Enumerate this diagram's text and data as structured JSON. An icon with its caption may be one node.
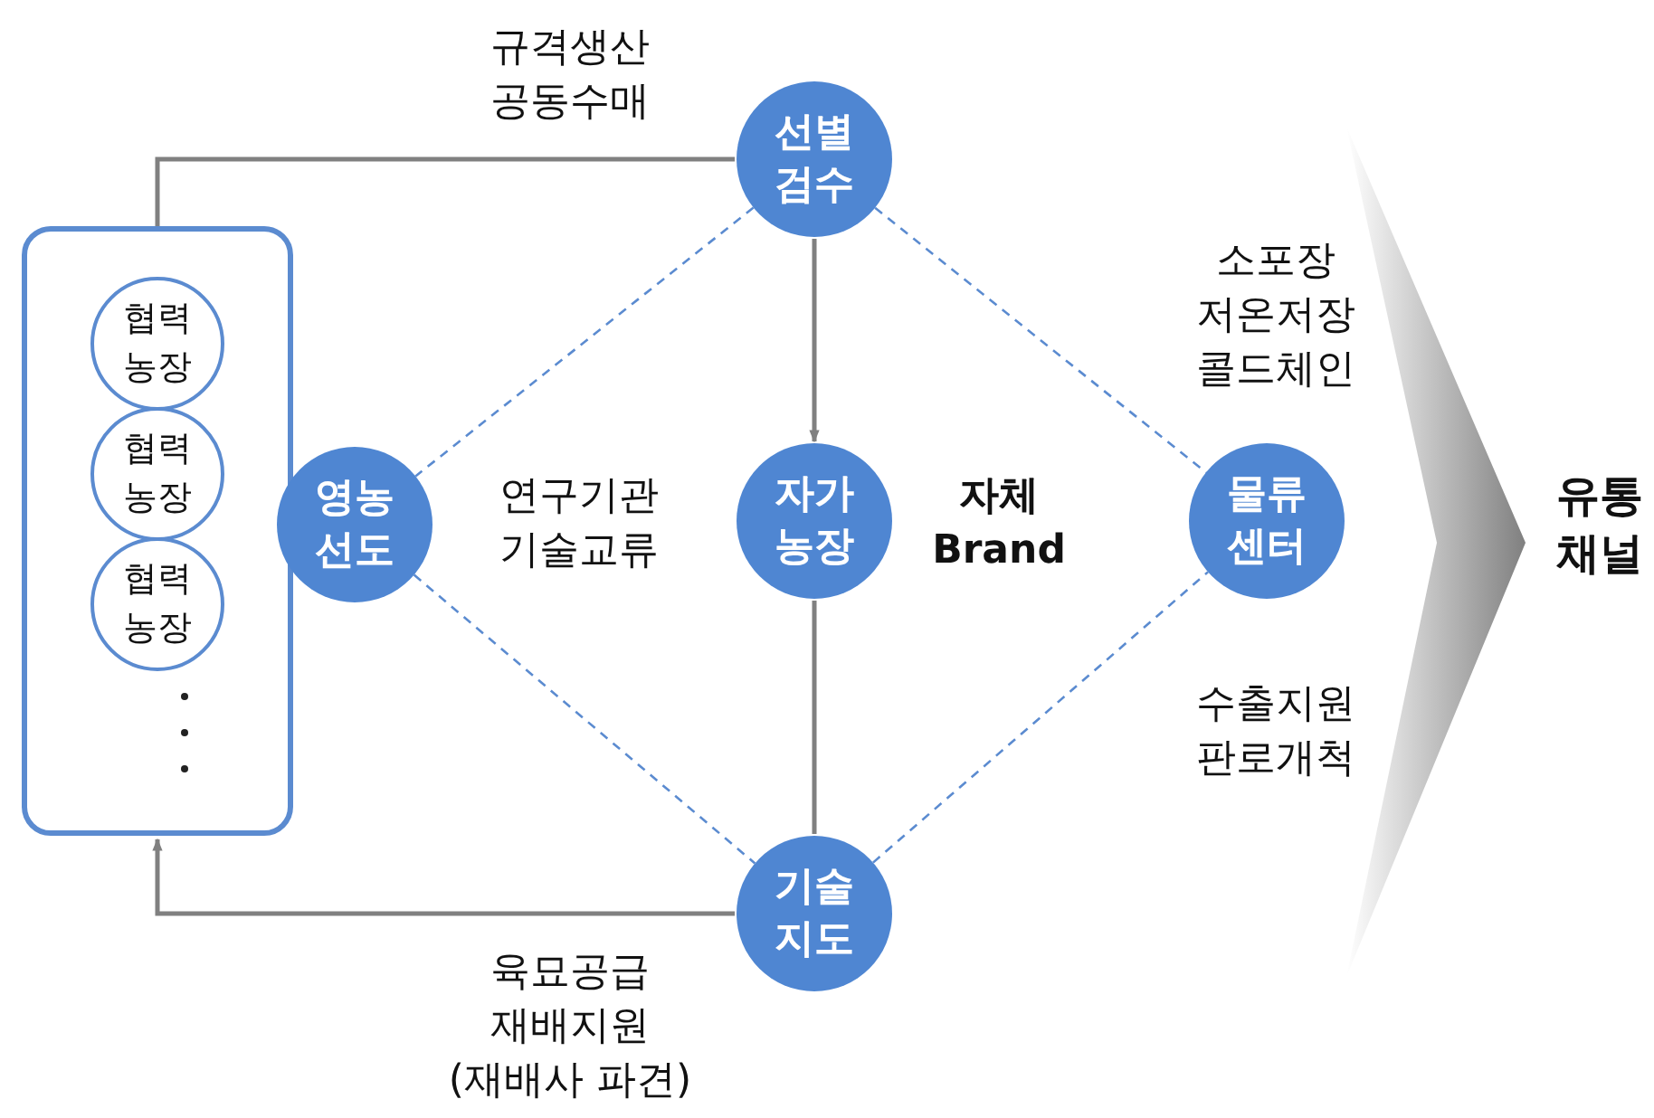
{
  "diagram": {
    "nodes": [
      {
        "text": [],
        "shape": "box"
      },
      {
        "text": [
          "협력 농장"
        ],
        "in": 0
      },
      {
        "text": [
          "협력 농장"
        ],
        "in": 0
      },
      {
        "text": [
          "협력 농장"
        ],
        "in": 0
      },
      {
        "text": [
          "영농 선도"
        ]
      },
      {
        "text": [
          "선별 검수"
        ]
      },
      {
        "text": [
          "자가 농장"
        ],
        "beside": [
          "자체 Brand"
        ]
      },
      {
        "text": [
          "기술 지도"
        ]
      },
      {
        "text": [
          "물류 센터"
        ],
        "beside": [
          "소포장 저온저장 콜드체인",
          "수출지원 판로개척"
        ]
      },
      {
        "text": [
          "유통 채널"
        ]
      }
    ],
    "edges": [
      {
        "from": 0,
        "to": 5,
        "arrow": "none",
        "label": "규격생산 공동수매"
      },
      {
        "from": 5,
        "to": 6,
        "arrow": "to"
      },
      {
        "from": 6,
        "to": 7,
        "arrow": "none"
      },
      {
        "from": 7,
        "to": 0,
        "arrow": "to",
        "label": "육묘공급 재배지원 (재배사 파견)"
      },
      {
        "from": 5,
        "to": 4,
        "arrow": "none",
        "style": "dashed",
        "color": "#5b8bd0"
      },
      {
        "from": 5,
        "to": 8,
        "arrow": "none",
        "style": "dashed",
        "color": "#5b8bd0"
      },
      {
        "from": 4,
        "to": 7,
        "arrow": "none",
        "style": "dashed",
        "color": "#5b8bd0"
      },
      {
        "from": 7,
        "to": 8,
        "arrow": "none",
        "style": "dashed",
        "color": "#5b8bd0"
      },
      {
        "from": 8,
        "to": 9,
        "arrow": "to"
      }
    ],
    "labels": [
      "연구기관 기술교류"
    ]
  }
}
